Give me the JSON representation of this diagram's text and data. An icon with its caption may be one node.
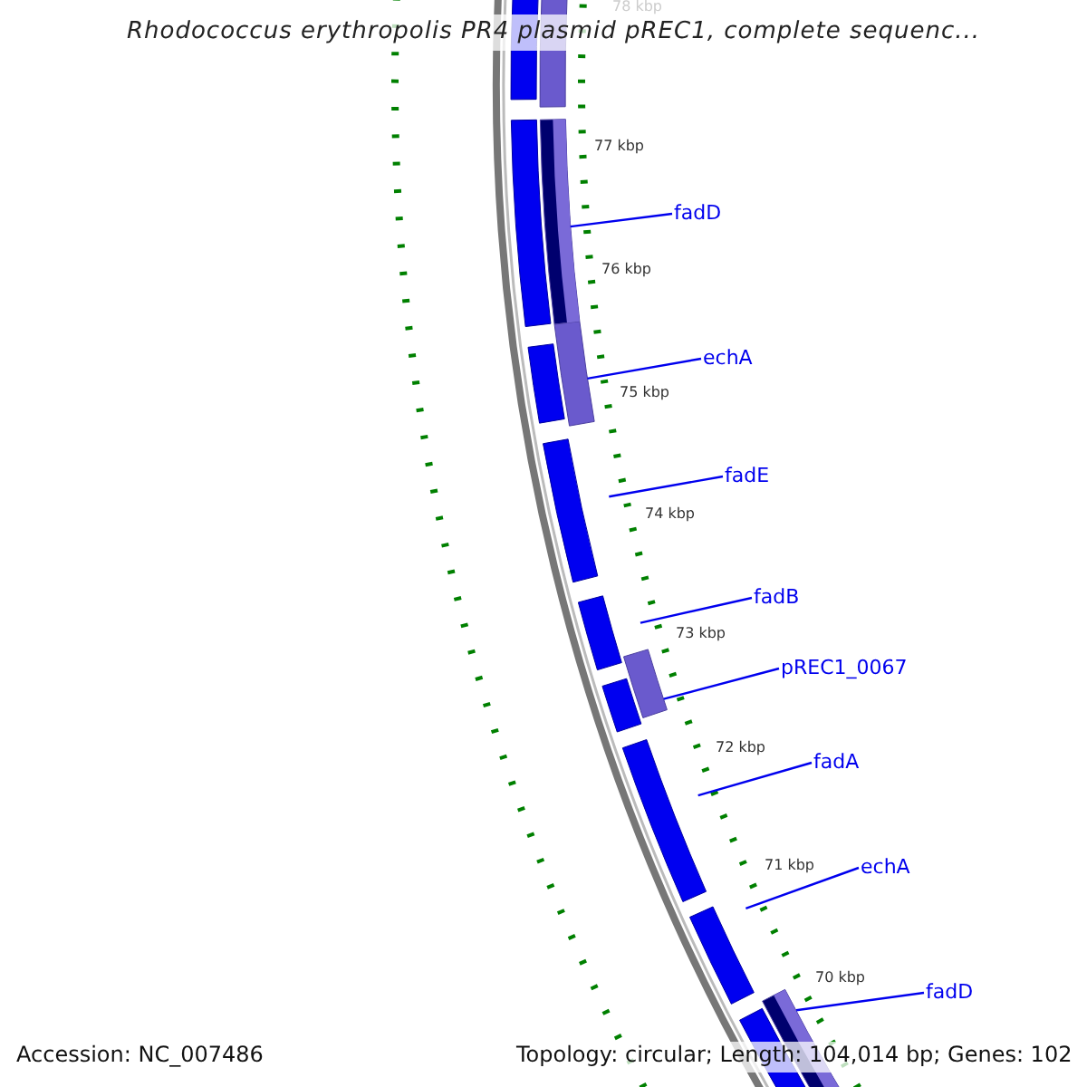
{
  "diagram": {
    "title": "Rhodococcus erythropolis PR4 plasmid pREC1, complete sequenc...",
    "nodes": [
      {
        "text": [
          "fadD"
        ]
      },
      {
        "text": [
          "echA"
        ]
      },
      {
        "text": [
          "fadE"
        ]
      },
      {
        "text": [
          "fadB"
        ]
      },
      {
        "text": [
          "pREC1_0067"
        ]
      },
      {
        "text": [
          "fadA"
        ]
      },
      {
        "text": [
          "echA"
        ]
      },
      {
        "text": [
          "fadD"
        ]
      }
    ],
    "edges": [
      {
        "from": 0,
        "to": null,
        "arrow": "none"
      },
      {
        "from": 1,
        "to": null,
        "arrow": "none"
      },
      {
        "from": 2,
        "to": null,
        "arrow": "none"
      },
      {
        "from": 3,
        "to": null,
        "arrow": "none"
      },
      {
        "from": 4,
        "to": null,
        "arrow": "none"
      },
      {
        "from": 5,
        "to": null,
        "arrow": "none"
      },
      {
        "from": 6,
        "to": null,
        "arrow": "none"
      },
      {
        "from": 7,
        "to": null,
        "arrow": "none"
      }
    ],
    "labels": [
      "78 kbp",
      "77 kbp",
      "76 kbp",
      "75 kbp",
      "74 kbp",
      "73 kbp",
      "72 kbp",
      "71 kbp",
      "70 kbp",
      "Accession: NC_007486",
      "Topology: circular; Length: 104,014 bp; Genes: 102"
    ]
  }
}
